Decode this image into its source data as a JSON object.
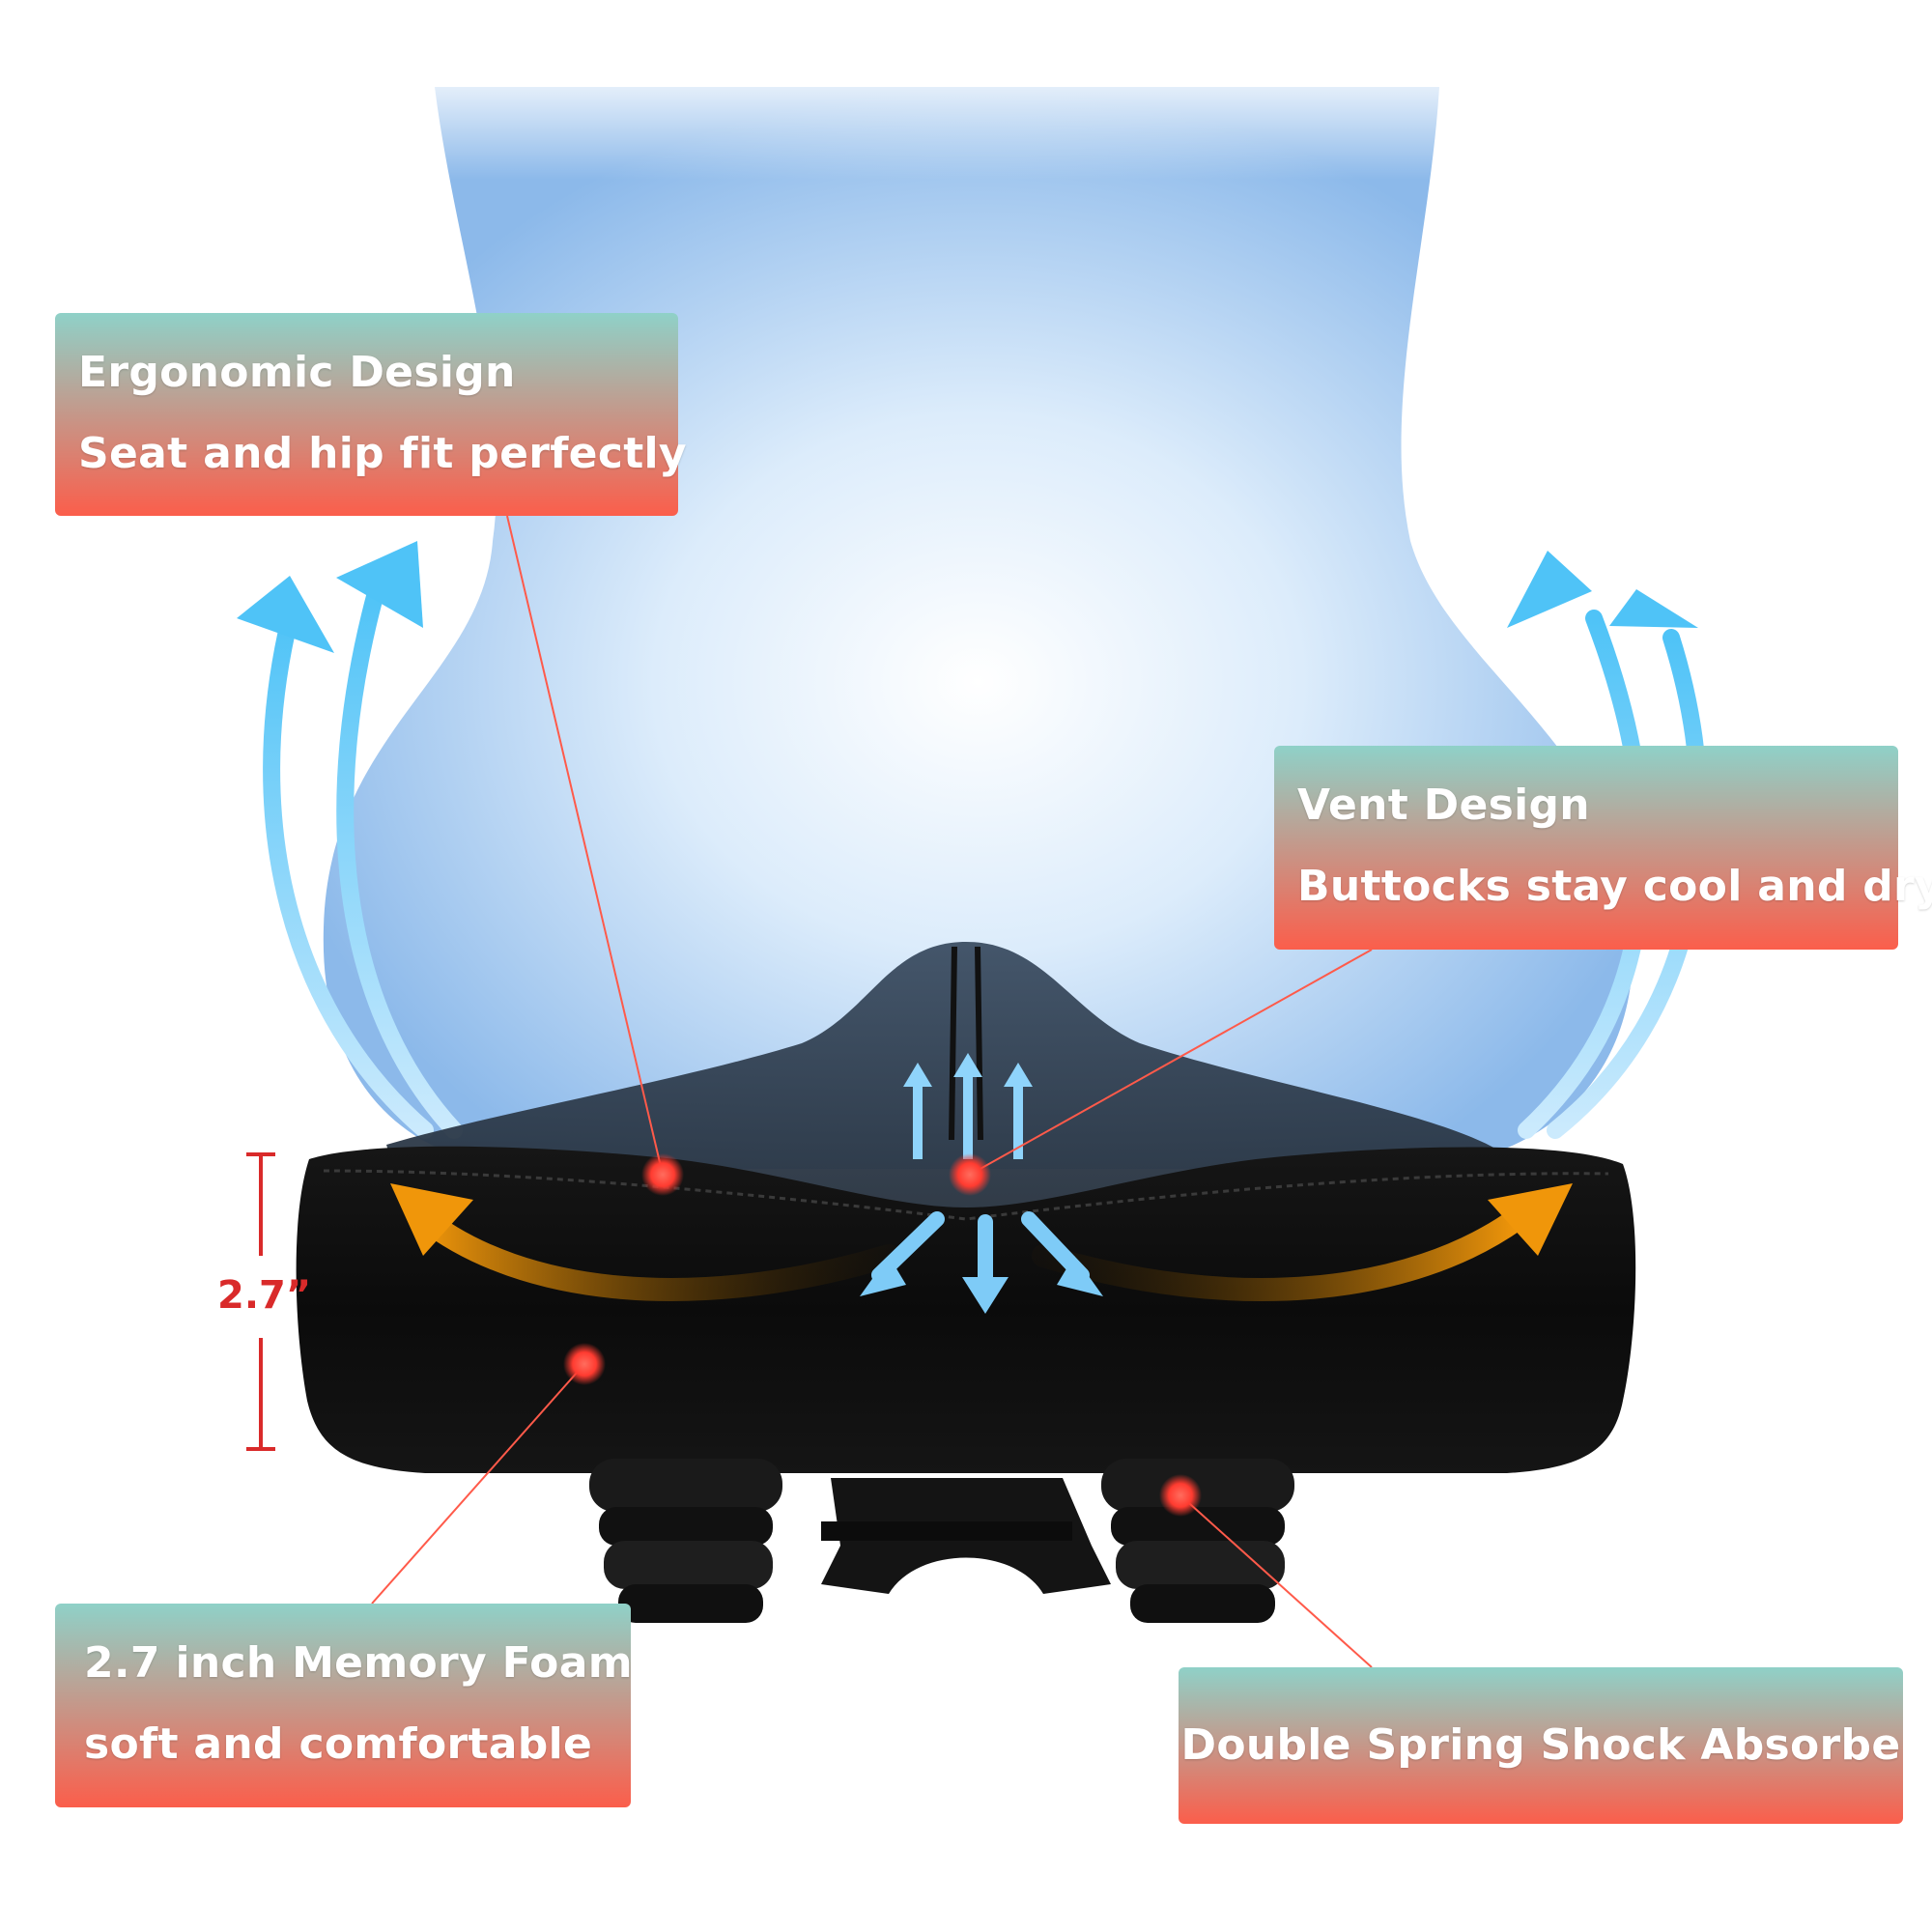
{
  "colors": {
    "callout_top": "#8fd1c8",
    "callout_bottom": "#fb5e4b",
    "arrow_blue": "#4fc3f7",
    "arrow_orange": "#f0960a",
    "pointer_red": "#ff3b30",
    "measure_red": "#d92a2a"
  },
  "callouts": {
    "ergonomic": {
      "title": "Ergonomic Design",
      "subtitle": "Seat and hip fit perfectly"
    },
    "vent": {
      "title": "Vent Design",
      "subtitle": "Buttocks stay cool and dry"
    },
    "foam": {
      "title": "2.7 inch Memory Foam",
      "subtitle": "soft and comfortable"
    },
    "spring": {
      "title": "Double Spring Shock Absorbe"
    }
  },
  "measurement": {
    "label": "2.7”"
  }
}
